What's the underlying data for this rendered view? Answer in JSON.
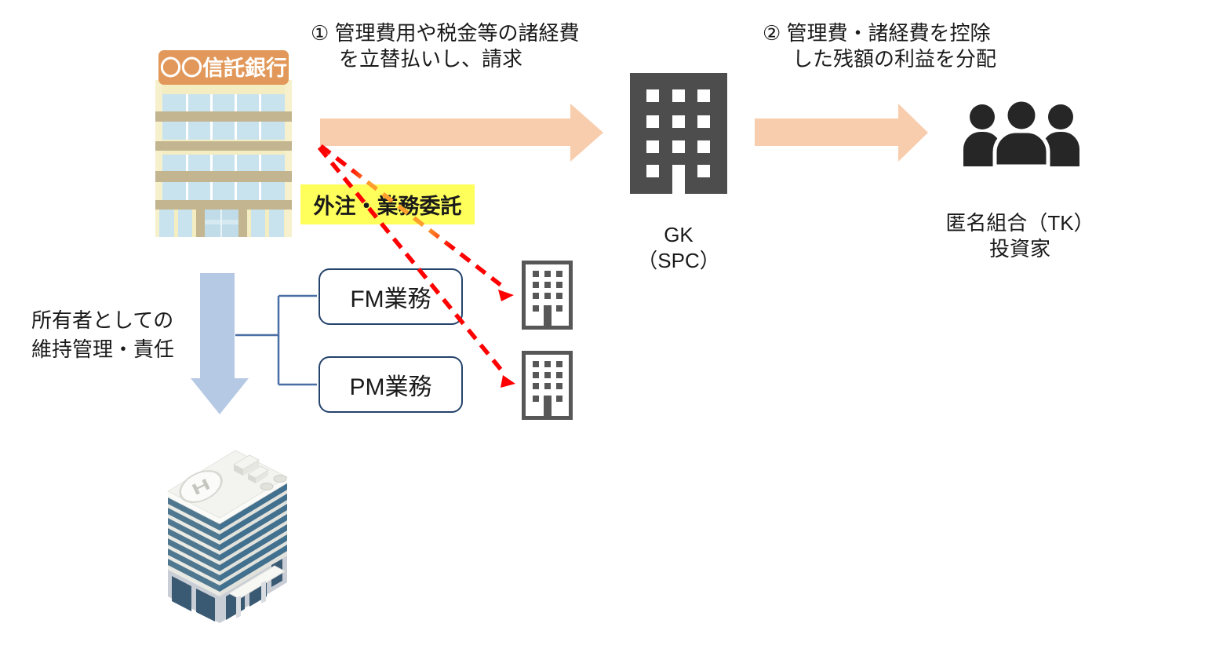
{
  "diagram_title": "GK-TK scheme property management flow",
  "steps": {
    "step1": {
      "line1": "① 管理費用や税金等の諸経費",
      "line2": "を立替払いし、請求"
    },
    "step2": {
      "line1": "② 管理費・諸経費を控除",
      "line2": "した残額の利益を分配"
    }
  },
  "nodes": {
    "trust_bank": {
      "sign_label": "〇〇信託銀行"
    },
    "gk": {
      "line1": "GK",
      "line2": "（SPC）"
    },
    "tk": {
      "line1": "匿名組合（TK）",
      "line2": "投資家"
    },
    "outsourcing": {
      "label": "外注・業務委託"
    },
    "fm": {
      "label": "FM業務"
    },
    "pm": {
      "label": "PM業務"
    },
    "owner": {
      "line1": "所有者としての",
      "line2": "維持管理・責任"
    },
    "property": {
      "helipad_letter": "H"
    }
  },
  "colors": {
    "peach_arrow": "#F8CDAD",
    "blue_arrow": "#B6C9E4",
    "connector_blue": "#4A6FA5",
    "red_dash": "#FF0000",
    "orange_dash": "#FF9E2C",
    "highlight_yellow": "#FFFF5C",
    "box_border_navy": "#24436B",
    "dark_building_gray": "#4D4D4D",
    "people_black": "#262626",
    "bank_sign_orange": "#E2985A",
    "text_black": "#1A1A1A"
  }
}
